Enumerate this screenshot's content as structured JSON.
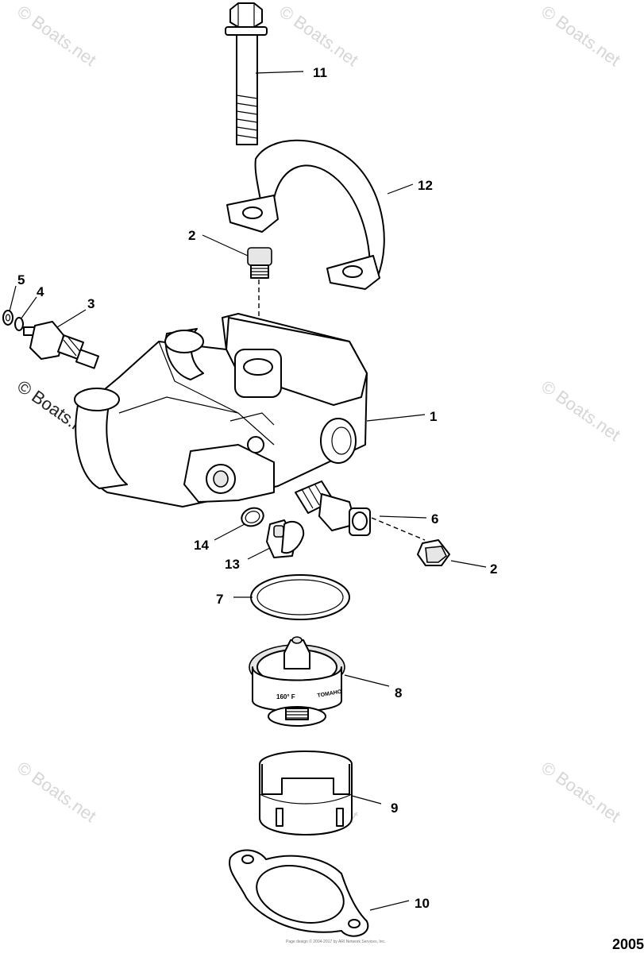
{
  "diagram": {
    "year_code": "2005",
    "footer_text": "Page design © 2004-2017 by ARI Network Services, Inc.",
    "watermark": "© Boats.net",
    "thermostat_markings": {
      "temperature": "160° F",
      "brand": "TOMAHO"
    },
    "callouts": {
      "p1": "1",
      "p2a": "2",
      "p2b": "2",
      "p3": "3",
      "p4": "4",
      "p5": "5",
      "p6": "6",
      "p7": "7",
      "p8": "8",
      "p9": "9",
      "p10": "10",
      "p11": "11",
      "p12": "12",
      "p13": "13",
      "p14": "14"
    }
  }
}
